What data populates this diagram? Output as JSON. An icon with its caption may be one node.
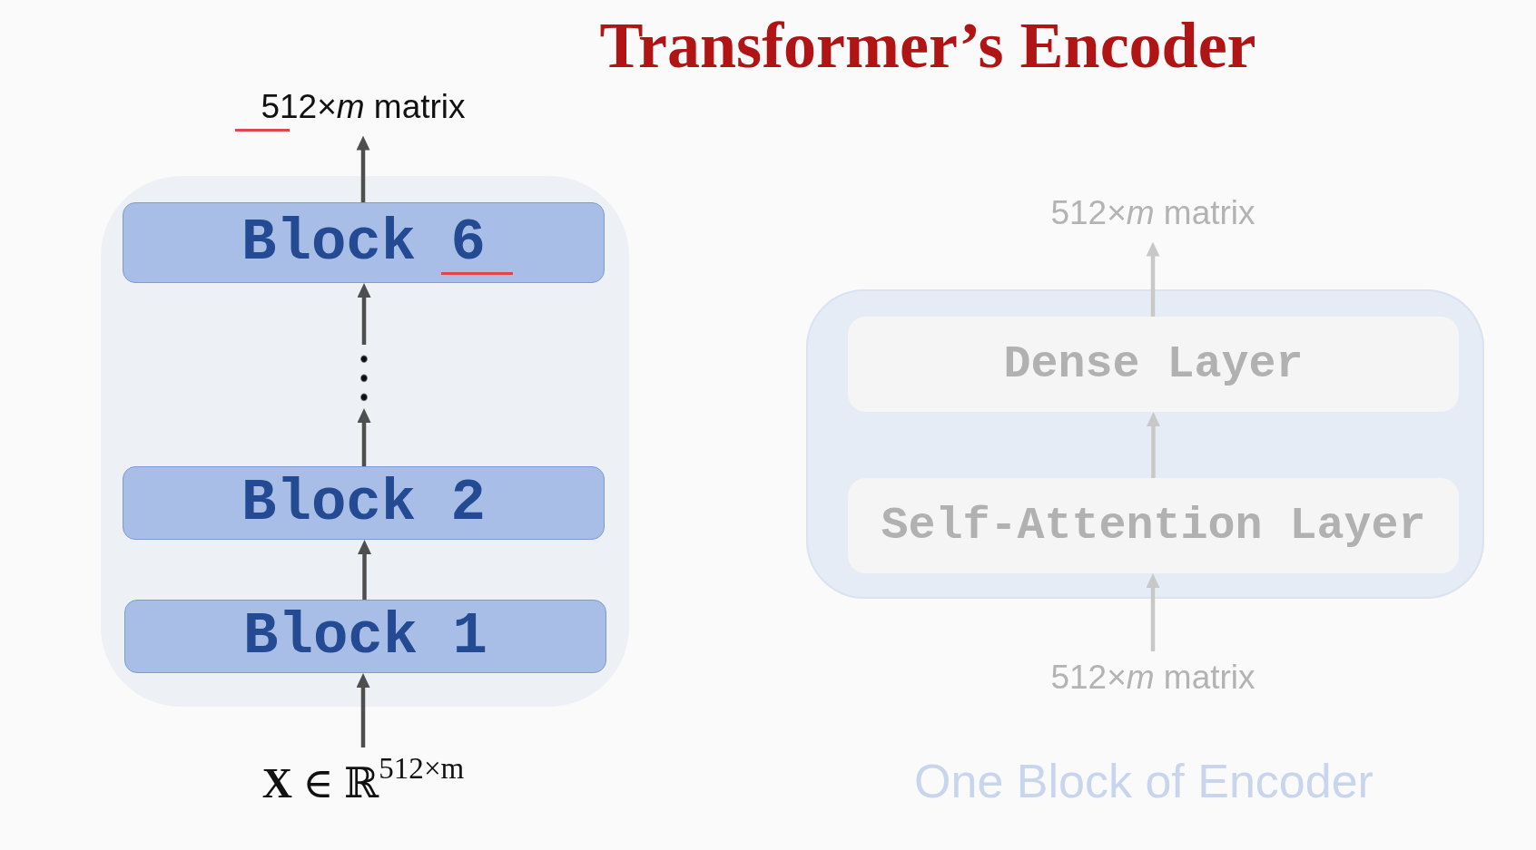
{
  "diagram": {
    "title": "Transformer’s Encoder",
    "nodes": [
      {
        "text": [
          "512×*m* matrix"
        ]
      },
      {
        "text": [],
        "shape": "box"
      },
      {
        "text": [
          "Block 6"
        ],
        "in": 1
      },
      {
        "text": [
          "⋮"
        ],
        "in": 1
      },
      {
        "text": [
          "Block 2"
        ],
        "in": 1
      },
      {
        "text": [
          "Block 1"
        ],
        "in": 1
      },
      {
        "text": [
          "**X** ∈ ℝ$^{512×m}$"
        ]
      },
      {
        "text": [
          "512×*m* matrix"
        ]
      },
      {
        "text": [],
        "shape": "box"
      },
      {
        "text": [
          "Dense Layer"
        ],
        "in": 8
      },
      {
        "text": [
          "Self-Attention Layer"
        ],
        "in": 8
      },
      {
        "text": [
          "512×*m* matrix"
        ]
      }
    ],
    "edges": [
      {
        "from": 2,
        "to": 0,
        "arrow": "to"
      },
      {
        "from": 3,
        "to": 2,
        "arrow": "to"
      },
      {
        "from": 4,
        "to": 3,
        "arrow": "to"
      },
      {
        "from": 5,
        "to": 4,
        "arrow": "to"
      },
      {
        "from": 6,
        "to": 5,
        "arrow": "to"
      },
      {
        "from": 9,
        "to": 7,
        "arrow": "to",
        "color": "#c8c8c8"
      },
      {
        "from": 10,
        "to": 9,
        "arrow": "to",
        "color": "#c8c8c8"
      },
      {
        "from": 11,
        "to": 10,
        "arrow": "to",
        "color": "#c8c8c8"
      }
    ],
    "labels": [
      "One Block of Encoder"
    ]
  }
}
